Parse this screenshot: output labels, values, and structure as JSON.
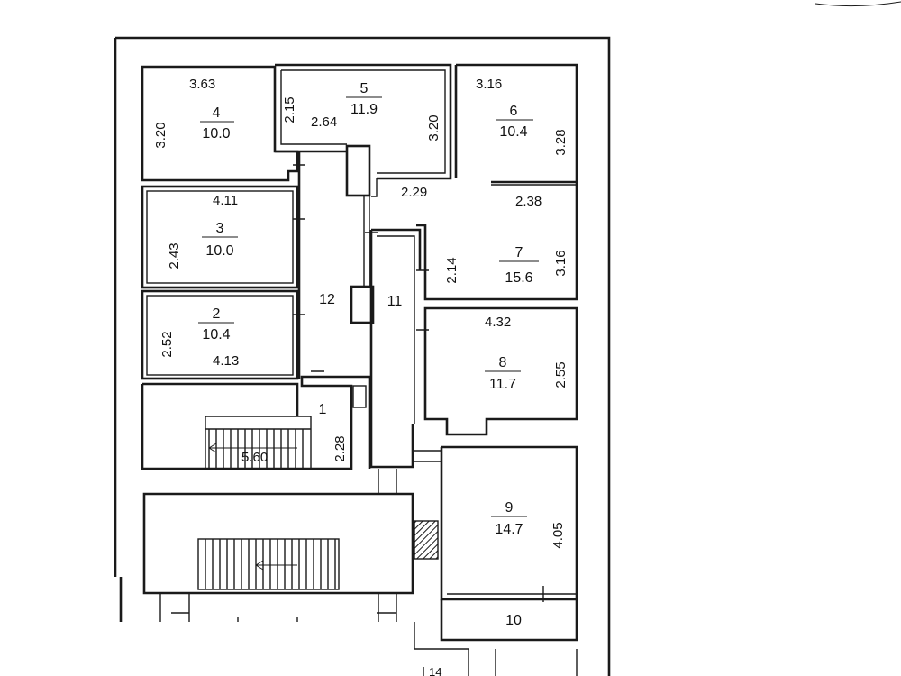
{
  "plan": {
    "rooms": [
      {
        "num": "1"
      },
      {
        "num": "2",
        "area": "10.4"
      },
      {
        "num": "3",
        "area": "10.0"
      },
      {
        "num": "4",
        "area": "10.0"
      },
      {
        "num": "5",
        "area": "11.9"
      },
      {
        "num": "6",
        "area": "10.4"
      },
      {
        "num": "7",
        "area": "15.6"
      },
      {
        "num": "8",
        "area": "11.7"
      },
      {
        "num": "9",
        "area": "14.7"
      },
      {
        "num": "10"
      },
      {
        "num": "11"
      },
      {
        "num": "12"
      }
    ],
    "dims": {
      "r4_top": "3.63",
      "r4_side": "3.20",
      "r5_left": "2.15",
      "r5_bottom": "2.64",
      "r5_right": "3.20",
      "r6_top": "3.16",
      "r6_right": "3.28",
      "r7_top": "2.38",
      "r7_left": "2.14",
      "r7_right": "3.16",
      "corr_top": "2.29",
      "r3_top": "4.11",
      "r3_side": "2.43",
      "r2_side": "2.52",
      "r2_bottom": "4.13",
      "r8_top": "4.32",
      "r8_right": "2.55",
      "stair_len": "5.60",
      "r1_side": "2.28",
      "r9_right": "4.05",
      "bottom_cut": "14"
    }
  }
}
